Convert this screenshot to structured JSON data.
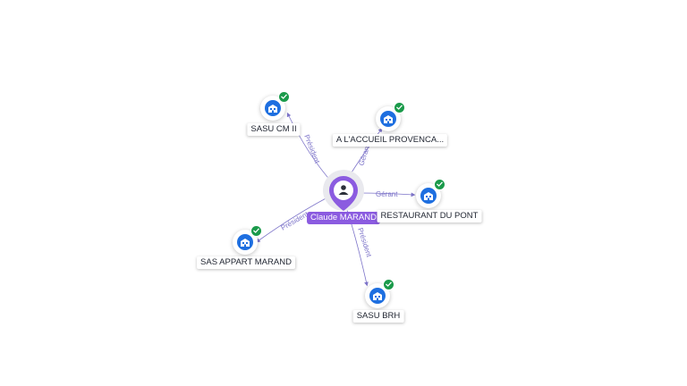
{
  "center": {
    "name": "Claude MARAND",
    "icon": "person-icon"
  },
  "companies": [
    {
      "id": "sasu-cm-ii",
      "name": "SASU CM II",
      "relation": "Président",
      "verified": true
    },
    {
      "id": "a-laccueil-provencal",
      "name": "A L'ACCUEIL PROVENCA...",
      "relation": "Gérant",
      "verified": true
    },
    {
      "id": "restaurant-du-pont",
      "name": "RESTAURANT DU PONT",
      "relation": "Gérant",
      "verified": true
    },
    {
      "id": "sasu-brh",
      "name": "SASU BRH",
      "relation": "Président",
      "verified": true
    },
    {
      "id": "sas-appart-marand",
      "name": "SAS APPART MARAND",
      "relation": "Président",
      "verified": true
    }
  ],
  "colors": {
    "accent": "#8b5be0",
    "edge": "#7d74c9",
    "company": "#1e6fe0",
    "verified": "#1a9a4a"
  }
}
